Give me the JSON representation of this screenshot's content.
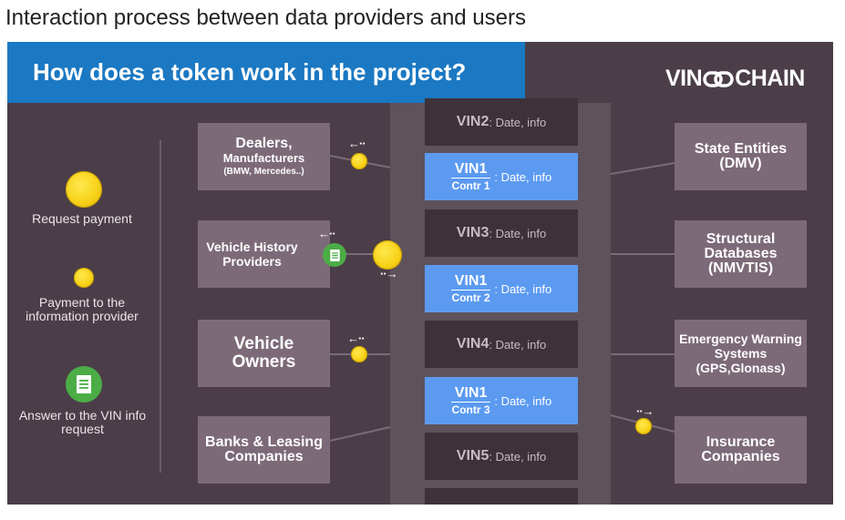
{
  "caption": "Interaction process between data providers and users",
  "banner_title": "How does a token work in the project?",
  "brand": {
    "pre": "VIN",
    "post": "CHAIN"
  },
  "legend": [
    {
      "label": "Request payment"
    },
    {
      "label": "Payment to the information provider"
    },
    {
      "label": "Answer to the VIN info request"
    }
  ],
  "left_boxes": {
    "dealers": {
      "title": "Dealers,",
      "sub": "Manufacturers",
      "note": "(BMW, Mercedes..)"
    },
    "history": {
      "title": "Vehicle History Providers"
    },
    "owners": {
      "title": "Vehicle Owners"
    },
    "banks": {
      "title": "Banks & Leasing Companies"
    }
  },
  "right_boxes": {
    "state": {
      "title": "State Entities (DMV)"
    },
    "structural": {
      "title": "Structural Databases (NMVTIS)"
    },
    "emergency": {
      "title": "Emergency Warning Systems (GPS,Glonass)"
    },
    "insurance": {
      "title": "Insurance Companies"
    }
  },
  "vin_blocks": [
    {
      "vin": "VIN2",
      "info": ": Date, info"
    },
    {
      "vin": "VIN1",
      "contr": "Contr 1",
      "info": ": Date, info"
    },
    {
      "vin": "VIN3",
      "info": ": Date, info"
    },
    {
      "vin": "VIN1",
      "contr": "Contr 2",
      "info": ": Date, info"
    },
    {
      "vin": "VIN4",
      "info": ": Date, info"
    },
    {
      "vin": "VIN1",
      "contr": "Contr 3",
      "info": ": Date, info"
    },
    {
      "vin": "VIN5",
      "info": ": Date, info"
    }
  ],
  "arrows": {
    "left": "←··",
    "right": "··→"
  },
  "colors": {
    "panel": "#4b3e48",
    "banner": "#1b78c2",
    "box": "#7d6a78",
    "vin_dark": "#3e3239",
    "vin_blue": "#5b9af0",
    "coin": "#f7d21a",
    "doc": "#4cad47"
  },
  "icons": [
    "coin-icon",
    "document-icon",
    "chain-link-icon",
    "arrow-left-icon",
    "arrow-right-icon"
  ]
}
